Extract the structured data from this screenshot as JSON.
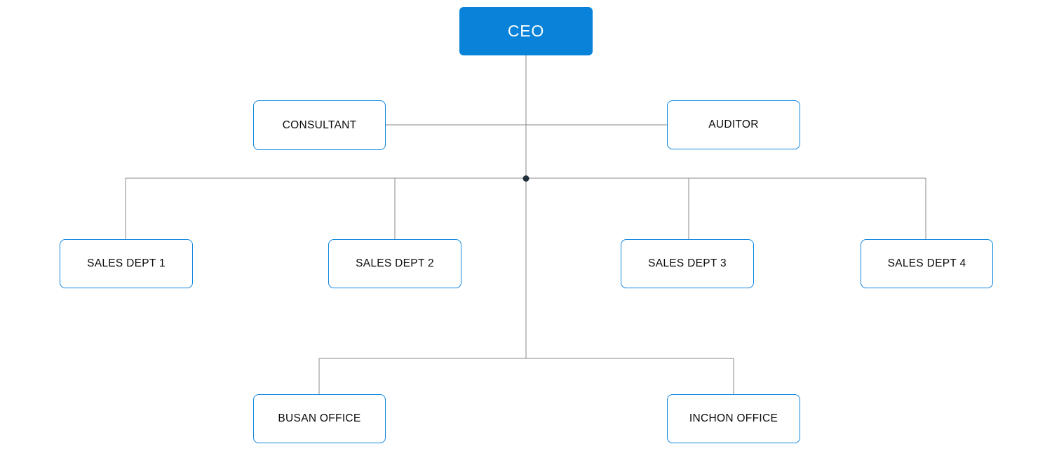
{
  "colors": {
    "background": "#ffffff",
    "primary_fill": "#0883d9",
    "node_border": "#0f87de",
    "connector": "#8a8a8a",
    "junction_dot": "#22303e",
    "node_text": "#0b0b0c",
    "root_text": "#ffffff"
  },
  "org_chart": {
    "type": "org-chart",
    "ceo": {
      "label": "CEO"
    },
    "consultant": {
      "label": "CONSULTANT"
    },
    "auditor": {
      "label": "AUDITOR"
    },
    "sales_dept_1": {
      "label": "SALES DEPT 1"
    },
    "sales_dept_2": {
      "label": "SALES DEPT 2"
    },
    "sales_dept_3": {
      "label": "SALES DEPT 3"
    },
    "sales_dept_4": {
      "label": "SALES DEPT 4"
    },
    "busan_office": {
      "label": "BUSAN OFFICE"
    },
    "inchon_office": {
      "label": "INCHON OFFICE"
    }
  }
}
